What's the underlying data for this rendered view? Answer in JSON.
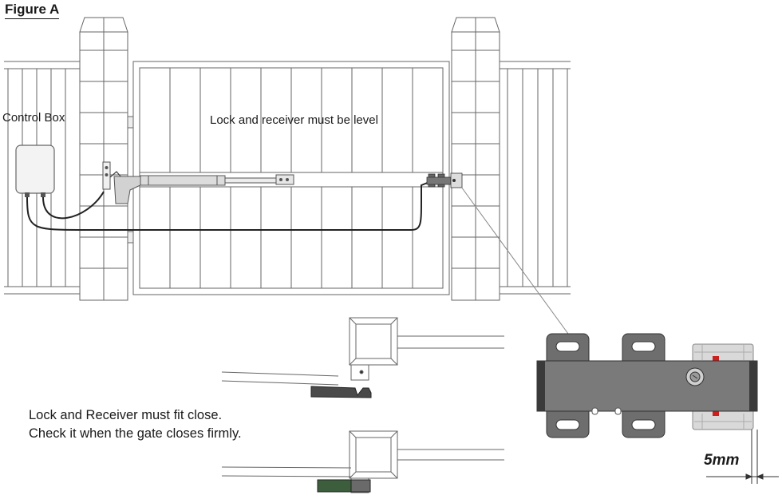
{
  "figure": {
    "title": "Figure A"
  },
  "labels": {
    "control_box": "Control Box",
    "level_note": "Lock and receiver must be level",
    "fit_note_line1": "Lock and Receiver must fit close.",
    "fit_note_line2": "Check it when the gate closes firmly.",
    "gap": "5mm"
  },
  "colors": {
    "outline": "#555555",
    "lock_body": "#7a7a7a",
    "lock_end": "#3a3a3a",
    "receiver": "#d9d9d9",
    "marker": "#cc1f1f",
    "latch_green": "#3d5e3d"
  }
}
